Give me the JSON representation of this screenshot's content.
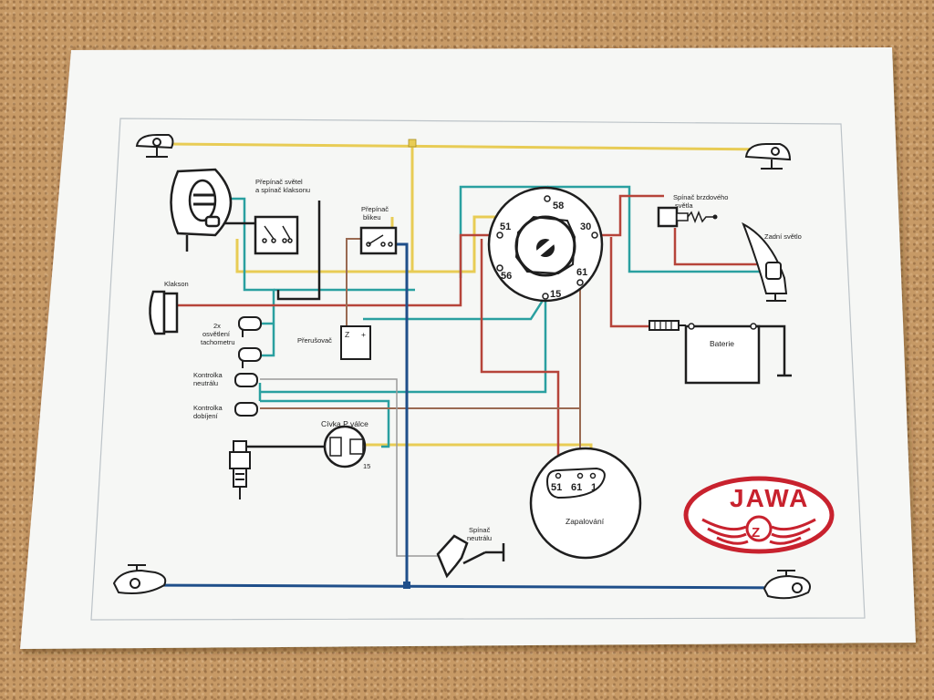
{
  "labels": {
    "switch_lights_horn_1": "Přepínač  světel",
    "switch_lights_horn_2": "a spínač klaksonu",
    "switch_indicators_1": "Přepínač",
    "switch_indicators_2": "blikeu",
    "brake_switch_1": "Spínač brzdového",
    "brake_switch_2": "světla",
    "rear_light": "Zadní světlo",
    "horn": "Klakson",
    "speedo_1": "2x",
    "speedo_2": "osvětlení",
    "speedo_3": "tachometru",
    "breaker": "Přerušovač",
    "breaker_z": "Z",
    "breaker_plus": "+",
    "battery": "Baterie",
    "neutral_lamp_1": "Kontrolka",
    "neutral_lamp_2": "neutrálu",
    "charge_lamp_1": "Kontrolka",
    "charge_lamp_2": "dobíjení",
    "coil": "Cívka P válce",
    "coil_15": "15",
    "ignition": "Zapalování",
    "neutral_switch_1": "Spínač",
    "neutral_switch_2": "neutrálu",
    "terminal_58": "58",
    "terminal_51": "51",
    "terminal_30": "30",
    "terminal_56": "56",
    "terminal_61": "61",
    "terminal_15": "15",
    "ign_terminal_51": "51",
    "ign_terminal_61": "61",
    "ign_terminal_1": "1",
    "logo_text": "JAWA",
    "logo_badge": "Z"
  },
  "wire_colors": {
    "yellow": "#e8cc55",
    "teal": "#2aa0a0",
    "red": "#b6443a",
    "blue": "#1f4f8a",
    "brown": "#9a6a52",
    "gray": "#9a9a9a",
    "black": "#1e1e1e",
    "logo_red": "#c8222e"
  }
}
